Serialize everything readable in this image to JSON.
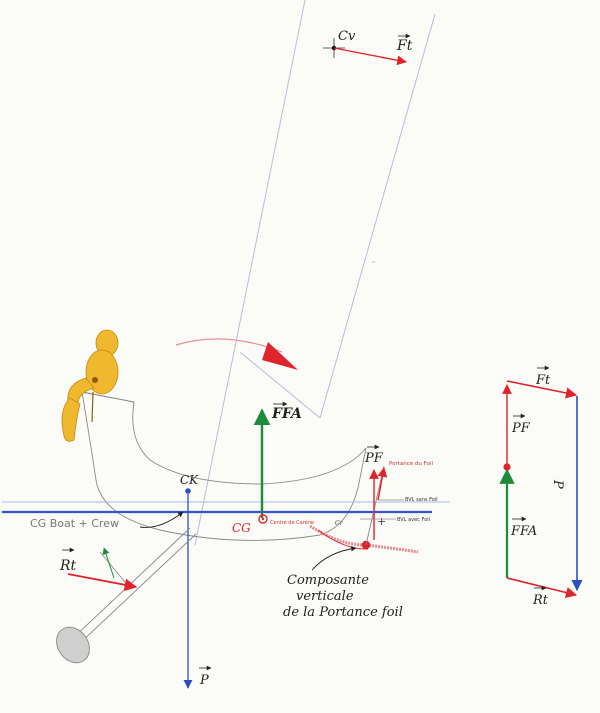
{
  "labels": {
    "cv": "Cv",
    "ft": "Ft",
    "ffa": "FFA",
    "pf": "PF",
    "ck": "CK",
    "cg_boat_crew": "CG Boat + Crew",
    "cg": "CG",
    "centre_de_carene": "Centre de Carène",
    "portance_du_foil": "Portance du Foil",
    "bvl_sans_foil": "BVL sans Foil",
    "bvl_avec_foil": "BVL avec Foil",
    "cr": "Cr",
    "rt": "Rt",
    "p": "P",
    "composante_1": "Composante",
    "composante_2": "verticale",
    "composante_3": "de la Portance foil",
    "right_ft": "Ft",
    "right_pf": "PF",
    "right_p": "P",
    "right_ffa": "FFA",
    "right_rt": "Rt"
  },
  "colors": {
    "red": "#e0242c",
    "green": "#1f8a3a",
    "blue": "#2b4fc4",
    "hull": "#9a9a9a",
    "crew": "#f0b82e",
    "sail": "#b8bdd8",
    "waterline": "#3354d0"
  },
  "icons": {
    "crew": "sailor-figure-icon",
    "centerboard": "centerboard-icon"
  }
}
